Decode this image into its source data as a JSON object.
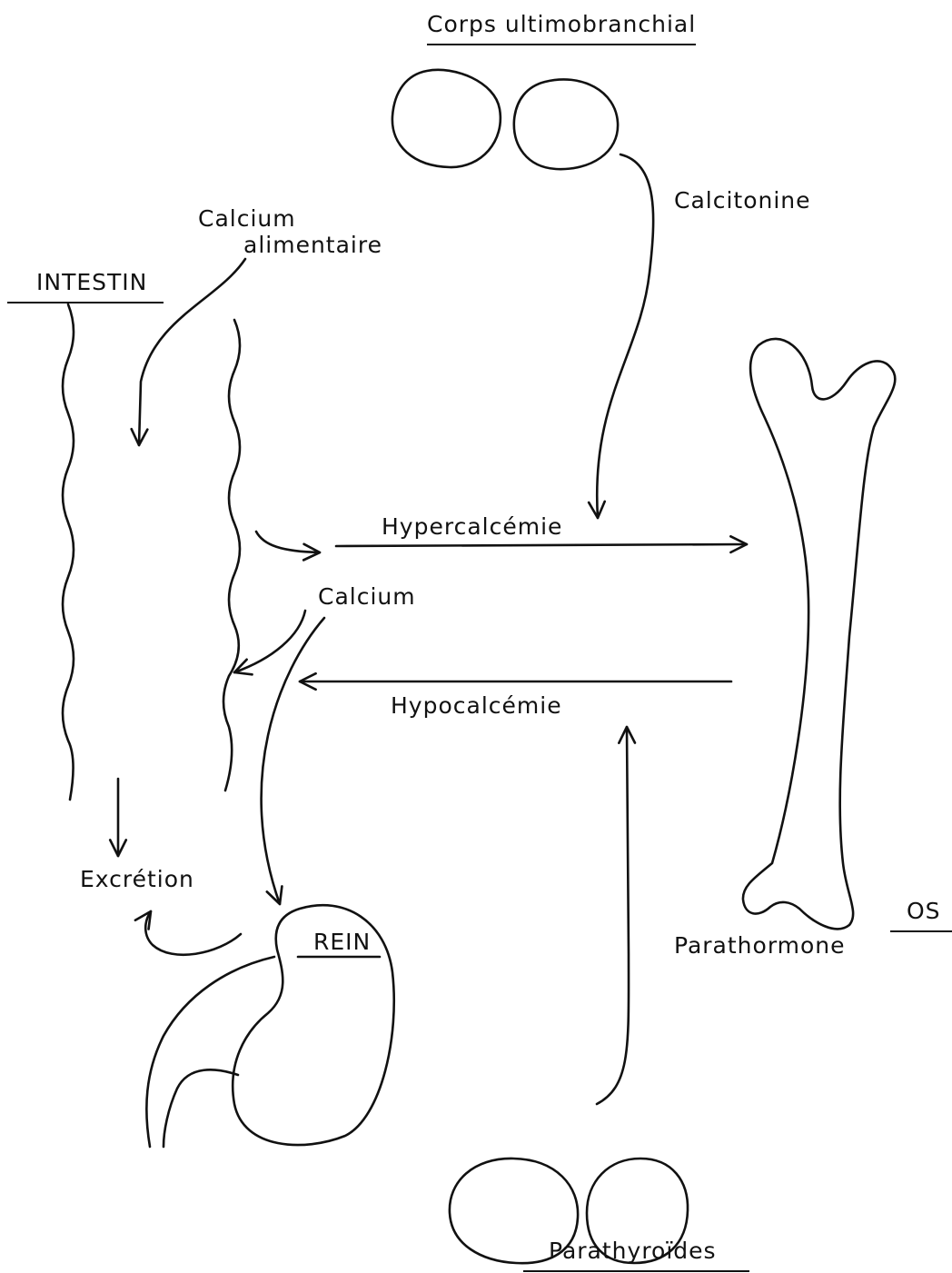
{
  "diagram": {
    "labels": {
      "corps_ultimobranchial": "Corps ultimobranchial",
      "calcitonine": "Calcitonine",
      "calcium_alimentaire_1": "Calcium",
      "calcium_alimentaire_2": "alimentaire",
      "intestin": "INTESTIN",
      "hypercalcemie": "Hypercalcémie",
      "calcium": "Calcium",
      "hypocalcemie": "Hypocalcémie",
      "excretion": "Excrétion",
      "rein": "REIN",
      "os": "OS",
      "parathormone": "Parathormone",
      "parathyroides": "Parathyroïdes"
    }
  }
}
